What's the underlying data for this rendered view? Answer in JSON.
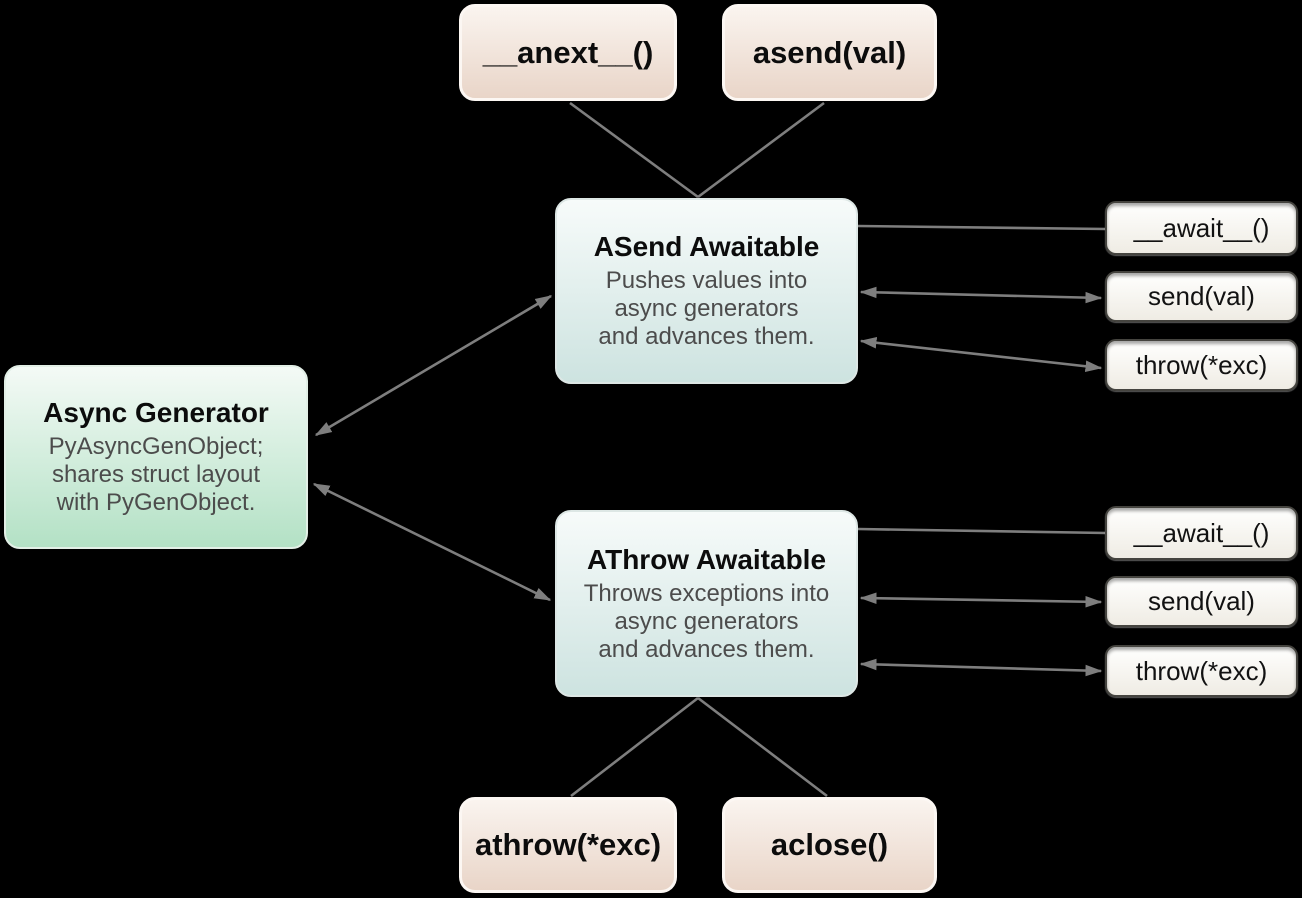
{
  "colors": {
    "background": "#000000",
    "connector": "#7e7e7e",
    "beige_top": "#faf4ef",
    "beige_bottom": "#e9d5c8",
    "teal_top": "#f7fbfa",
    "teal_bottom": "#cde3e0",
    "green_top": "#f4faf6",
    "green_bottom": "#b3e1c5",
    "method_top": "#fffffe",
    "method_bottom": "#efece4",
    "method_border": "#45443f",
    "title_text": "#0c0c0c",
    "desc_text": "#4c4c4c"
  },
  "nodes": {
    "anext": {
      "label": "__anext__()"
    },
    "asend": {
      "label": "asend(val)"
    },
    "asend_awaitable": {
      "title": "ASend Awaitable",
      "desc": "Pushes values into\nasync generators\nand advances them."
    },
    "async_generator": {
      "title": "Async Generator",
      "desc": "PyAsyncGenObject;\nshares struct layout\nwith PyGenObject."
    },
    "athrow_awaitable": {
      "title": "AThrow Awaitable",
      "desc": "Throws exceptions into\nasync generators\nand advances them."
    },
    "asend_methods": {
      "await": "__await__()",
      "send": "send(val)",
      "throw": "throw(*exc)"
    },
    "athrow_methods": {
      "await": "__await__()",
      "send": "send(val)",
      "throw": "throw(*exc)"
    },
    "athrow_fn": {
      "label": "athrow(*exc)"
    },
    "aclose": {
      "label": "aclose()"
    }
  }
}
